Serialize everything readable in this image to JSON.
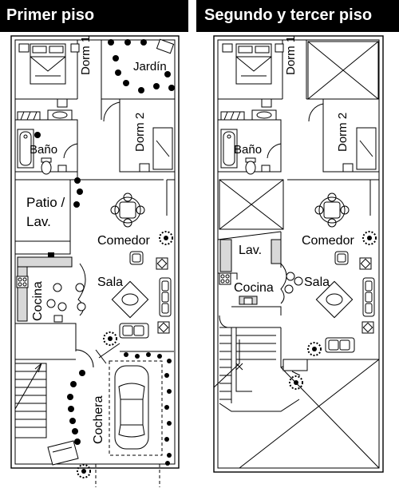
{
  "headers": {
    "left": "Primer piso",
    "right": "Segundo y tercer piso"
  },
  "first_floor": {
    "dorm1": "Dorm 1",
    "jardin": "Jardín",
    "dorm2": "Dorm 2",
    "bano": "Baño",
    "patio_line1": "Patio /",
    "patio_line2": "Lav.",
    "comedor": "Comedor",
    "sala": "Sala",
    "cocina": "Cocina",
    "cochera": "Cochera"
  },
  "upper_floor": {
    "dorm1": "Dorm 1",
    "dorm2": "Dorm 2",
    "bano": "Baño",
    "lav": "Lav.",
    "comedor": "Comedor",
    "cocina": "Cocina",
    "sala": "Sala"
  }
}
